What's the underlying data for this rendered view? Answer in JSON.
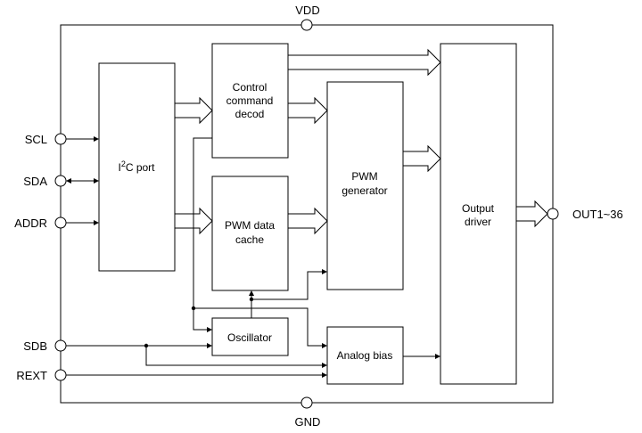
{
  "pins": {
    "vdd": "VDD",
    "gnd": "GND",
    "scl": "SCL",
    "sda": "SDA",
    "addr": "ADDR",
    "sdb": "SDB",
    "rext": "REXT",
    "out": "OUT1~36"
  },
  "blocks": {
    "i2c_port": {
      "prefix": "I",
      "sup": "2",
      "suffix": "C port"
    },
    "control_decoder": {
      "line1": "Control",
      "line2": "command",
      "line3": "decod"
    },
    "pwm_cache": {
      "line1": "PWM data",
      "line2": "cache"
    },
    "pwm_generator": {
      "line1": "PWM",
      "line2": "generator"
    },
    "output_driver": {
      "line1": "Output",
      "line2": "driver"
    },
    "oscillator": "Oscillator",
    "analog_bias": "Analog bias"
  }
}
